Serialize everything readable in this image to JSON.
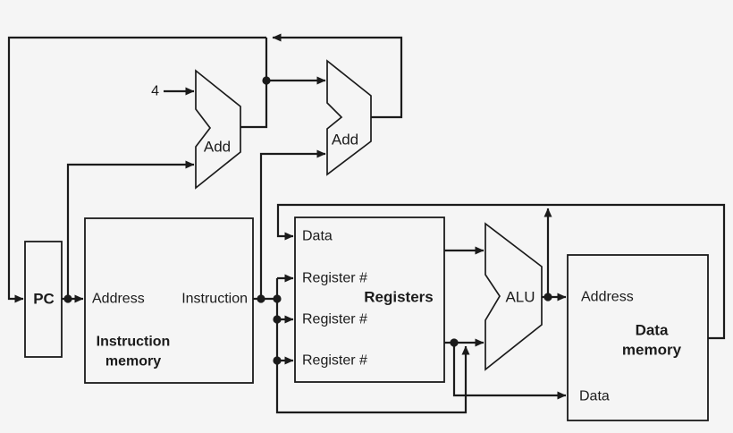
{
  "colors": {
    "background": "#f5f5f5",
    "line": "#1b1b1b"
  },
  "labels": {
    "four": "4",
    "add1": "Add",
    "add2": "Add",
    "pc": "PC",
    "imem": {
      "address": "Address",
      "instruction": "Instruction",
      "title1": "Instruction",
      "title2": "memory"
    },
    "registers": {
      "data": "Data",
      "reg1": "Register #",
      "reg2": "Register #",
      "reg3": "Register #",
      "title": "Registers"
    },
    "alu": "ALU",
    "dmem": {
      "address": "Address",
      "title1": "Data",
      "title2": "memory",
      "data": "Data"
    }
  }
}
